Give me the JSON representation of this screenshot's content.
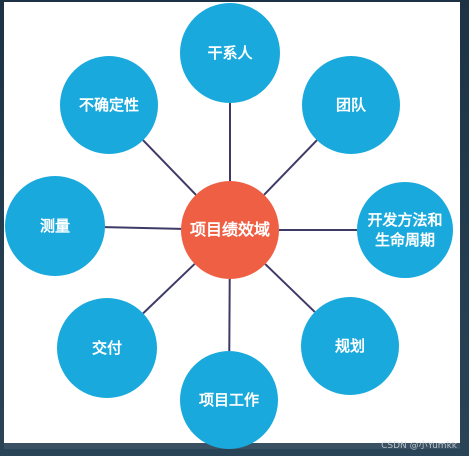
{
  "diagram": {
    "center": {
      "label": "项目绩效域",
      "color": "#ef5f44"
    },
    "node_color": "#19a9dc",
    "line_color": "#3e3a66",
    "nodes": [
      {
        "id": "stakeholders",
        "label": "干系人"
      },
      {
        "id": "team",
        "label": "团队"
      },
      {
        "id": "dev-approach",
        "label": "开发方法和\n生命周期"
      },
      {
        "id": "planning",
        "label": "规划"
      },
      {
        "id": "project-work",
        "label": "项目工作"
      },
      {
        "id": "delivery",
        "label": "交付"
      },
      {
        "id": "measurement",
        "label": "测量"
      },
      {
        "id": "uncertainty",
        "label": "不确定性"
      }
    ]
  },
  "watermark": "CSDN @小Yumkk"
}
